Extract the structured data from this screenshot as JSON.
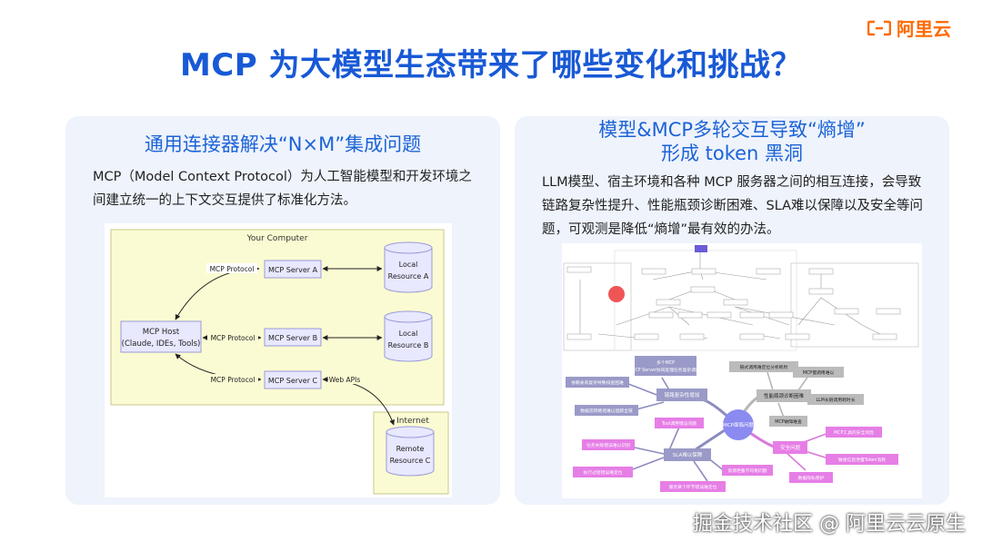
{
  "brand": {
    "name": "阿里云",
    "color": "#ff6a00"
  },
  "title": "MCP 为大模型生态带来了哪些变化和挑战？",
  "left": {
    "heading": "通用连接器解决“N×M”集成问题",
    "description": "MCP（Model Context Protocol）为人工智能模型和开发环境之间建立统一的上下文交互提供了标准化方法。",
    "diagram": {
      "your_computer": "Your Computer",
      "internet": "Internet",
      "host_line1": "MCP Host",
      "host_line2": "(Claude, IDEs, Tools)",
      "protocol": "MCP Protocol",
      "server_a": "MCP Server A",
      "server_b": "MCP Server B",
      "server_c": "MCP Server C",
      "local_a_1": "Local",
      "local_a_2": "Resource A",
      "local_b_1": "Local",
      "local_b_2": "Resource B",
      "remote_1": "Remote",
      "remote_2": "Resource C",
      "web_apis": "Web APIs"
    }
  },
  "right": {
    "heading_line1": "模型&MCP多轮交互导致“熵增”",
    "heading_line2": "形成 token 黑洞",
    "description": "LLM模型、宿主环境和各种 MCP 服务器之间的相互连接，会导致链路复杂性提升、性能瓶颈诊断困难、SLA难以保障以及安全等问题，可观测是降低“熵增”最有效的办法。",
    "mindmap": {
      "center": "MCP面临问题",
      "perf_branch": "性能瓶颈诊断困难",
      "perf_1": "链式调用难定位分析耗时",
      "perf_2": "MCP慢调用难以",
      "perf_3": "LLM长链调用耗时长",
      "perf_4": "MCP故障难查",
      "chain_branch": "链路复杂性增加",
      "chain_1": "多个MCP Server协同处理任务复杂调用链路",
      "chain_2": "依赖关系复杂导致排查困难",
      "chain_3": "数据流转路径难以追踪全链",
      "sla_branch": "SLA难以保障",
      "sla_1": "Tool调用错误问题",
      "sla_2": "任务失败错误难以识别",
      "sla_3": "执行过程错误难定位",
      "sla_4": "资源泄露不均衡问题",
      "sla_5": "服务某个环节错误难定位",
      "sec_branch": "安全问题",
      "sec_1": "MCP工具的安全风险",
      "sec_2": "敏感信息泄露Token消耗",
      "sec_3": "数据隐私保护"
    }
  },
  "watermark": "掘金技术社区 @ 阿里云云原生"
}
